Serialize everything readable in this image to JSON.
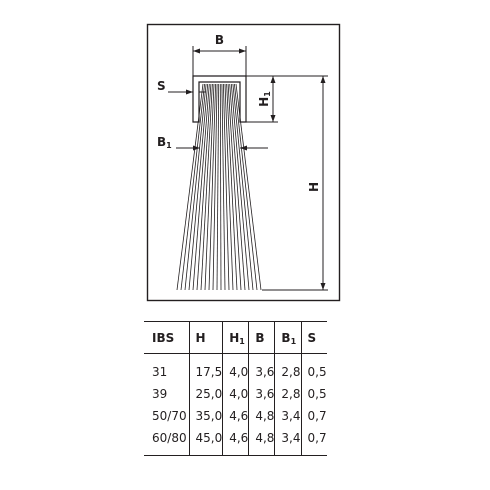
{
  "dimension_labels": {
    "b": "B",
    "s": "S",
    "h1_main": "H",
    "h1_sub": "1",
    "b1_main": "B",
    "b1_sub": "1",
    "h": "H"
  },
  "table": {
    "headers": [
      {
        "main": "IBS",
        "sub": ""
      },
      {
        "main": "H",
        "sub": ""
      },
      {
        "main": "H",
        "sub": "1"
      },
      {
        "main": "B",
        "sub": ""
      },
      {
        "main": "B",
        "sub": "1"
      },
      {
        "main": "S",
        "sub": ""
      }
    ],
    "rows": [
      [
        "31",
        "17,5",
        "4,0",
        "3,6",
        "2,8",
        "0,5"
      ],
      [
        "39",
        "25,0",
        "4,0",
        "3,6",
        "2,8",
        "0,5"
      ],
      [
        "50/70",
        "35,0",
        "4,6",
        "4,8",
        "3,4",
        "0,7"
      ],
      [
        "60/80",
        "45,0",
        "4,6",
        "4,8",
        "3,4",
        "0,7"
      ]
    ]
  }
}
